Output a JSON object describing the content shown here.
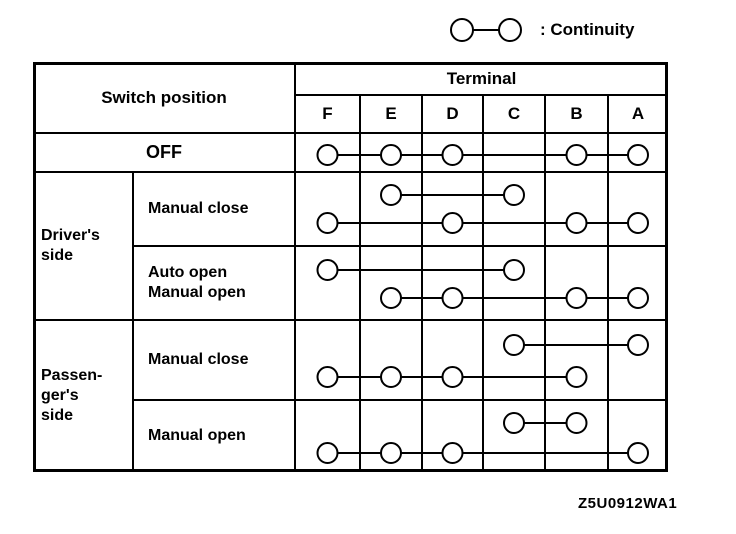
{
  "legend": {
    "label": ":  Continuity"
  },
  "figure_id": "Z5U0912WA1",
  "table": {
    "header": {
      "switch_position": "Switch position",
      "terminal": "Terminal"
    },
    "terminals": [
      "F",
      "E",
      "D",
      "C",
      "B",
      "A"
    ],
    "rows": [
      {
        "group": "",
        "label": "OFF",
        "paths": [
          {
            "level": "middle",
            "circles": [
              "F",
              "E",
              "D",
              "B",
              "A"
            ]
          }
        ]
      },
      {
        "group": "Driver's\nside",
        "label": "Manual close",
        "paths": [
          {
            "level": "upper",
            "circles": [
              "E",
              "C"
            ]
          },
          {
            "level": "lower",
            "circles": [
              "F",
              "D",
              "B",
              "A"
            ]
          }
        ]
      },
      {
        "group": "",
        "label": "Auto open\nManual open",
        "paths": [
          {
            "level": "upper",
            "circles": [
              "F",
              "C"
            ]
          },
          {
            "level": "lower",
            "circles": [
              "E",
              "D",
              "B",
              "A"
            ]
          }
        ]
      },
      {
        "group": "Passen-\nger's\nside",
        "label": "Manual close",
        "paths": [
          {
            "level": "upper",
            "circles": [
              "C",
              "A"
            ]
          },
          {
            "level": "lower",
            "circles": [
              "F",
              "E",
              "D",
              "B"
            ]
          }
        ]
      },
      {
        "group": "",
        "label": "Manual open",
        "paths": [
          {
            "level": "upper",
            "circles": [
              "C",
              "B"
            ]
          },
          {
            "level": "lower",
            "circles": [
              "F",
              "E",
              "D",
              "A"
            ]
          }
        ]
      }
    ]
  }
}
